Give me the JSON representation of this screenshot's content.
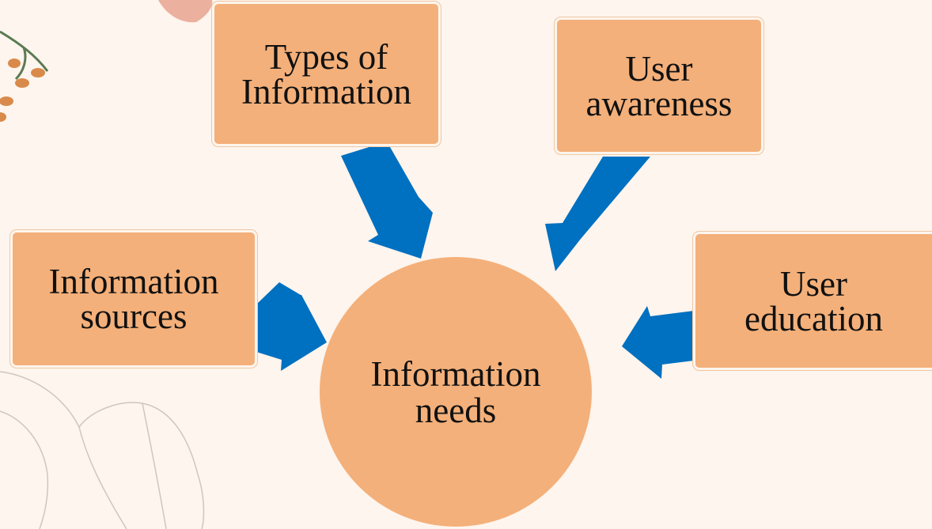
{
  "colors": {
    "background": "#fdf5ee",
    "node_fill": "#f4b07a",
    "arrow": "#0070c0"
  },
  "center": {
    "line1": "Information",
    "line2": "needs"
  },
  "nodes": {
    "types": {
      "line1": "Types of",
      "line2": "Information"
    },
    "awareness": {
      "line1": "User",
      "line2": "awareness"
    },
    "sources": {
      "line1": "Information",
      "line2": "sources"
    },
    "education": {
      "line1": "User",
      "line2": "education"
    }
  }
}
